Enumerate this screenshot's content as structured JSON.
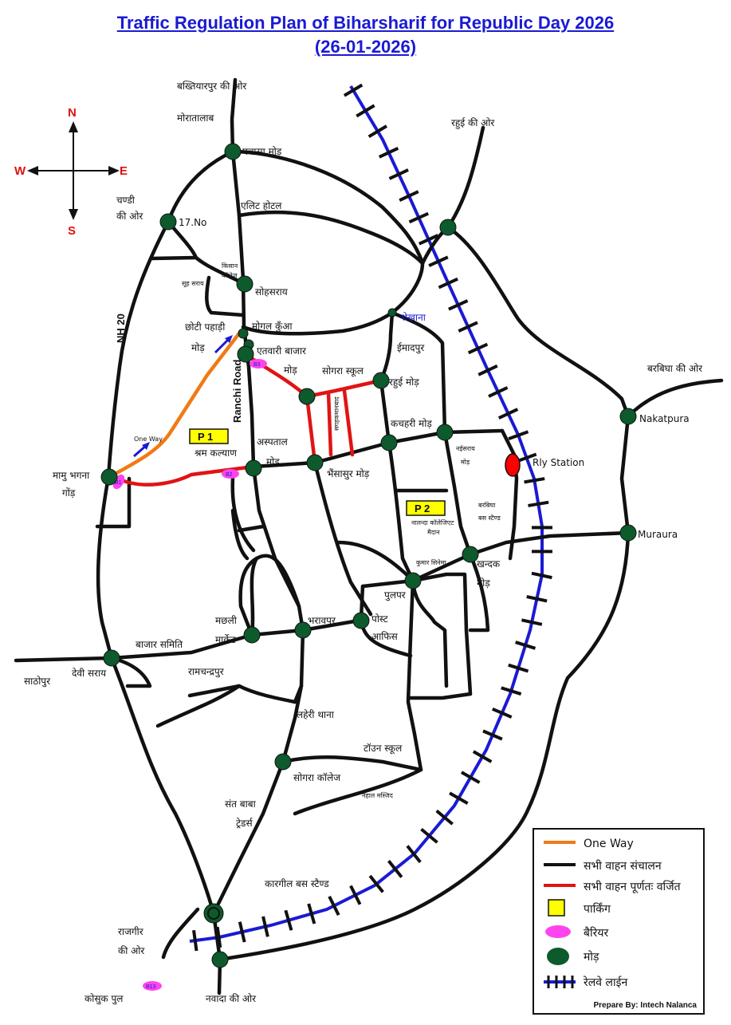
{
  "title": "Traffic Regulation Plan of Biharsharif for Republic Day 2026",
  "date": "(26-01-2026)",
  "compass": {
    "north": "N",
    "south": "S",
    "east": "E",
    "west": "W"
  },
  "labels": {
    "bakhtiyarpur": "बख्तियारपुर की ओर",
    "moratalab": "मोरातालाब",
    "pachasa": "पचासा मोड़",
    "elite_hotel": "एलिट होटल",
    "chandi1": "चण्डी",
    "chandi2": "की ओर",
    "no17": "17.No",
    "kisan1": "किसान",
    "kisan2": "कॉलेज",
    "soh_small": "सूह सराय",
    "sohsarai": "सोहसराय",
    "nh20": "NH 20",
    "chhoti1": "छोटी पहाड़ी",
    "chhoti2": "मोड़",
    "mogal": "मोगल कुँआ",
    "etwari1": "एतवारी बाजार",
    "etwari2": "मोड़",
    "sekhana": "शेखाना",
    "imadpur": "ईमादपुर",
    "rahui_dir": "रहुई की ओर",
    "sogra_school": "सोगरा स्कूल",
    "rahui_mod": "रहुई मोड़",
    "kachahri": "कचहरी मोड़",
    "ranchi": "Ranchi Road",
    "shram": "श्रम कल्याण",
    "aspatal1": "अस्पताल",
    "aspatal2": "मोड़",
    "bhainsasur": "भैंसासुर मोड़",
    "naisarai1": "नईसराय",
    "naisarai2": "मोड़",
    "rly": "Rly Station",
    "nakatpura": "Nakatpura",
    "barbigha_dir": "बरबिघा की ओर",
    "murara": "Muraura",
    "oneway_tag": "One Way",
    "mamu1": "मामु भगना",
    "mamu2": "गोंड़",
    "p1": "P 1",
    "p2": "P 2",
    "nalanda1": "नालन्दा कॉलेजिएट",
    "nalanda2": "मैदान",
    "barbigha1": "बरबिघा",
    "barbigha2": "बस स्टैण्ड",
    "kumar": "कुमार सिनेमा",
    "khandak1": "खन्दक",
    "khandak2": "मोड़",
    "pulpar": "पुलपर",
    "post1": "पोस्ट",
    "post2": "आफिस",
    "bharavpar": "भरावपर",
    "machhli1": "मछली",
    "machhli2": "मार्केट",
    "bazar_samiti": "बाजार समिति",
    "sathopur": "साठोपुर",
    "devi": "देवी सराय",
    "ramchandra": "रामचन्द्रपुर",
    "laheri": "लहेरी थाना",
    "town_school": "टॉउन स्कूल",
    "sogra_college": "सोगरा कॉलेज",
    "nehal": "नेहाल मस्जिद",
    "sant1": "संत बाबा",
    "sant2": "ट्रेडर्स",
    "kargil": "कारगील बस स्टैण्ड",
    "rajgir1": "राजगीर",
    "rajgir2": "की ओर",
    "kosuk": "कोसुक पुल",
    "nawada": "नवादा की ओर",
    "lane_small": "सगहकमानबाद"
  },
  "barriers": {
    "b1": "B1",
    "b2": "B2",
    "b3": "B3",
    "b13": "B13"
  },
  "legend": {
    "oneway": "One Way",
    "all_vehicles": "सभी वाहन संचालन",
    "prohibited": "सभी वाहन पूर्णतः वर्जित",
    "parking": "पार्किंग",
    "barrier": "बैरियर",
    "junction": "मोड़",
    "railway": "रेलवे लाईन"
  },
  "credit": "Prepare By: Intech Nalanca",
  "colors": {
    "title": "#1a1ad4",
    "oneway": "#f07a14",
    "road": "#111111",
    "prohibited": "#e01414",
    "parking": "#ffff00",
    "barrier": "#ff44ee",
    "junction": "#0d5a2c",
    "railway": "#1a1ad4",
    "station": "#ff0000",
    "compass": "#e01010"
  }
}
